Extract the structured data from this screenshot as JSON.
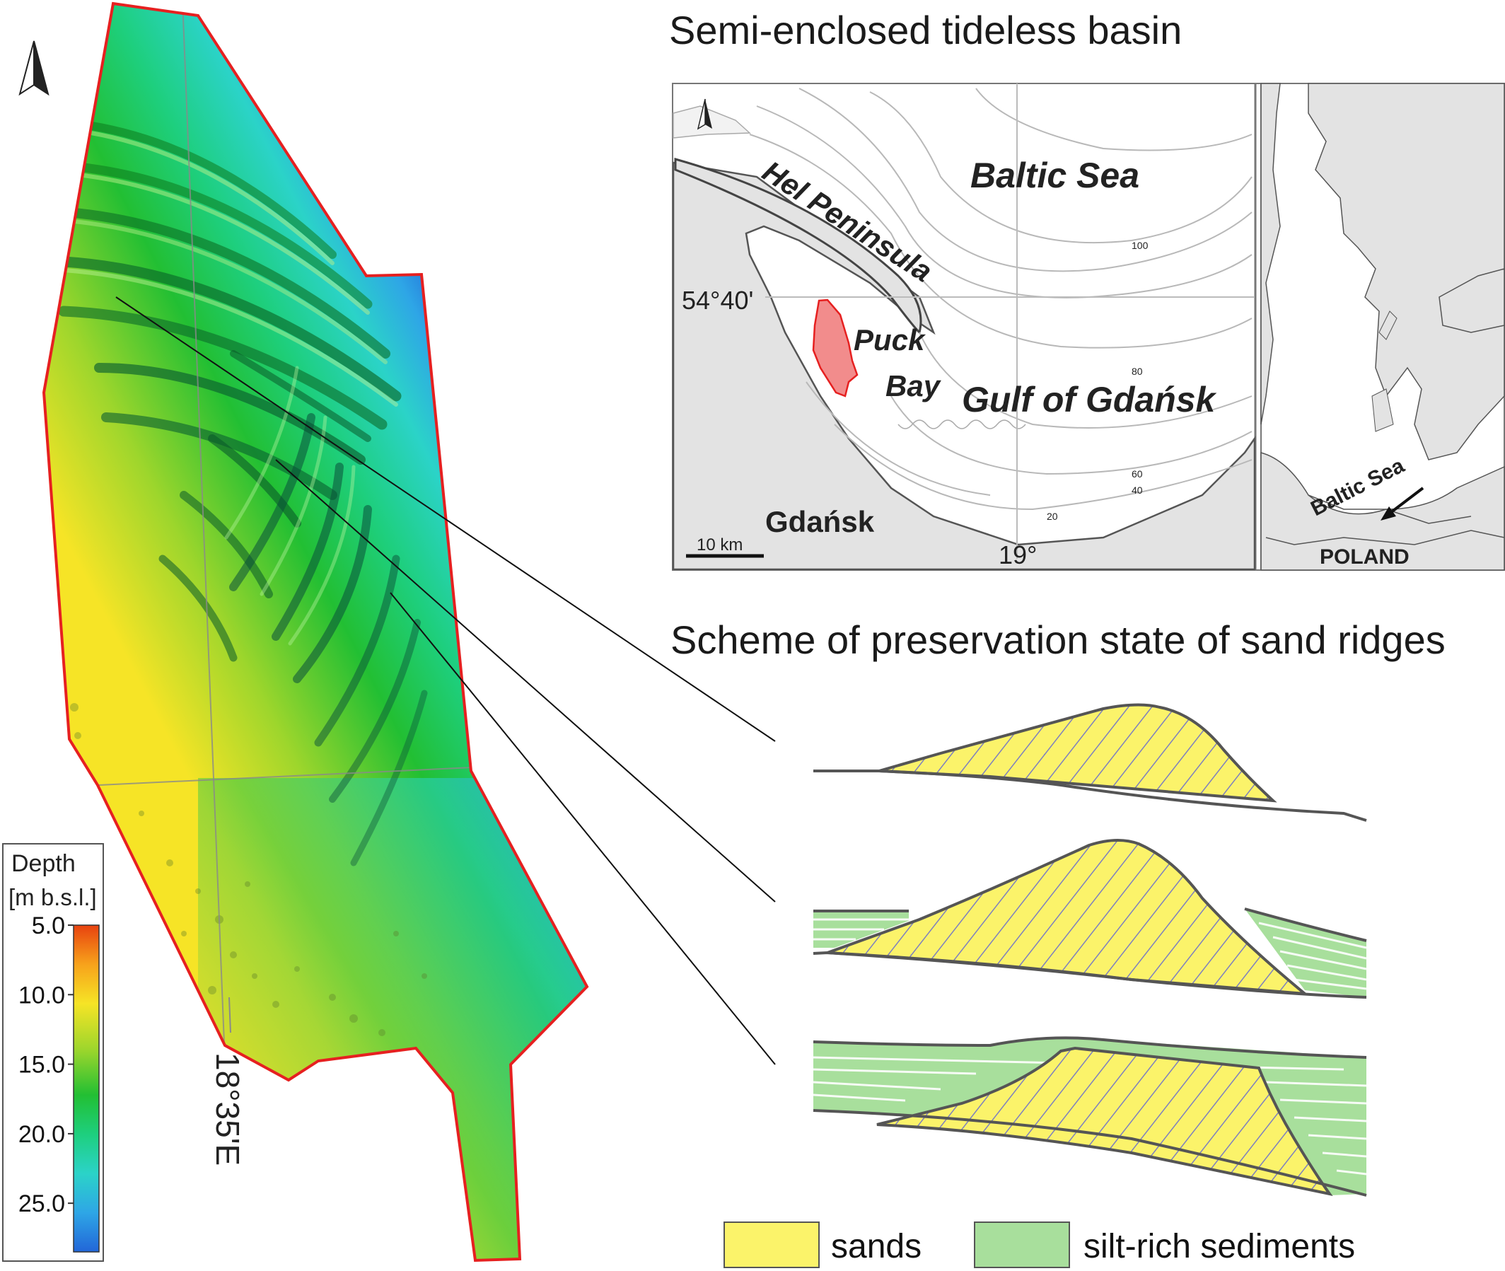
{
  "bathymetry": {
    "scale_title_line1": "Depth",
    "scale_title_line2": "[m b.s.l.]",
    "scale_ticks": [
      "5.0",
      "10.0",
      "15.0",
      "20.0",
      "25.0"
    ],
    "scale_range": [
      5,
      28.5
    ],
    "gradient_colors": [
      "#e8420f",
      "#f7a21b",
      "#f6e426",
      "#9ed62c",
      "#22bf33",
      "#1ecf7e",
      "#2bd3c8",
      "#2ea6e6",
      "#2266d8"
    ],
    "outline_color": "#e62020",
    "longitude_label": "18°35'E"
  },
  "location_map": {
    "title": "Semi-enclosed tideless basin",
    "labels": {
      "baltic_sea": "Baltic Sea",
      "hel_peninsula": "Hel Peninsula",
      "puck": "Puck",
      "bay": "Bay",
      "gulf": "Gulf of Gdańsk",
      "gdansk": "Gdańsk",
      "lat": "54°40'",
      "lon": "19°",
      "scale": "10 km"
    },
    "contour_labels": [
      "100",
      "80",
      "60",
      "40",
      "20"
    ],
    "study_area_color": "#f28c8c"
  },
  "inset_map": {
    "sea_label": "Baltic Sea",
    "country_label": "POLAND"
  },
  "scheme": {
    "title": "Scheme of preservation state of sand ridges",
    "sands_color": "#fbf36a",
    "silt_color": "#a8df9c"
  },
  "legend": {
    "items": [
      {
        "label": "sands",
        "color": "#fbf36a"
      },
      {
        "label": "silt-rich sediments",
        "color": "#a8df9c"
      }
    ]
  }
}
